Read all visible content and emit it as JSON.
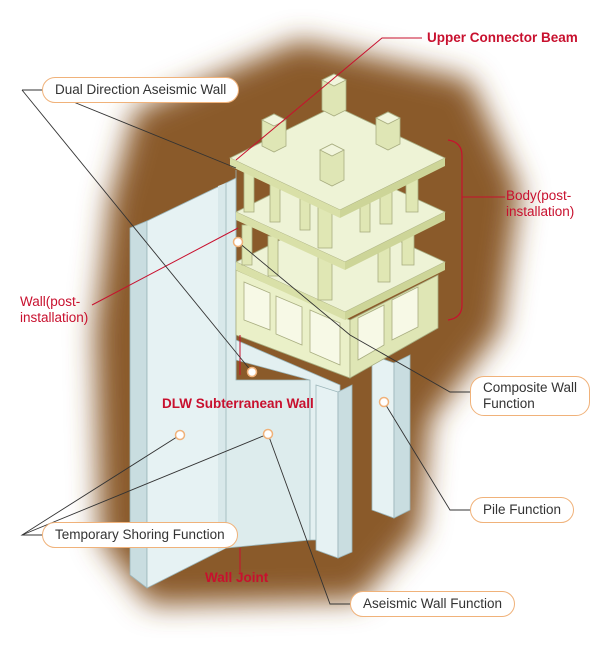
{
  "colors": {
    "accent_red": "#c8102e",
    "pill_border": "#f0b27a",
    "soil": "#8a5a2b",
    "wall": "#e6f2f3",
    "body": "#eaf0c8"
  },
  "labels": {
    "upper_connector_beam": "Upper Connector Beam",
    "dual_direction_wall": "Dual Direction Aseismic Wall",
    "body_line1": "Body(post-",
    "body_line2": "installation)",
    "wall_line1": "Wall(post-",
    "wall_line2": "installation)",
    "composite_line1": "Composite Wall",
    "composite_line2": "Function",
    "dlw_subterranean": "DLW Subterranean Wall",
    "pile_function": "Pile Function",
    "temporary_shoring": "Temporary Shoring Function",
    "wall_joint": "Wall Joint",
    "aseismic_function": "Aseismic Wall Function"
  }
}
